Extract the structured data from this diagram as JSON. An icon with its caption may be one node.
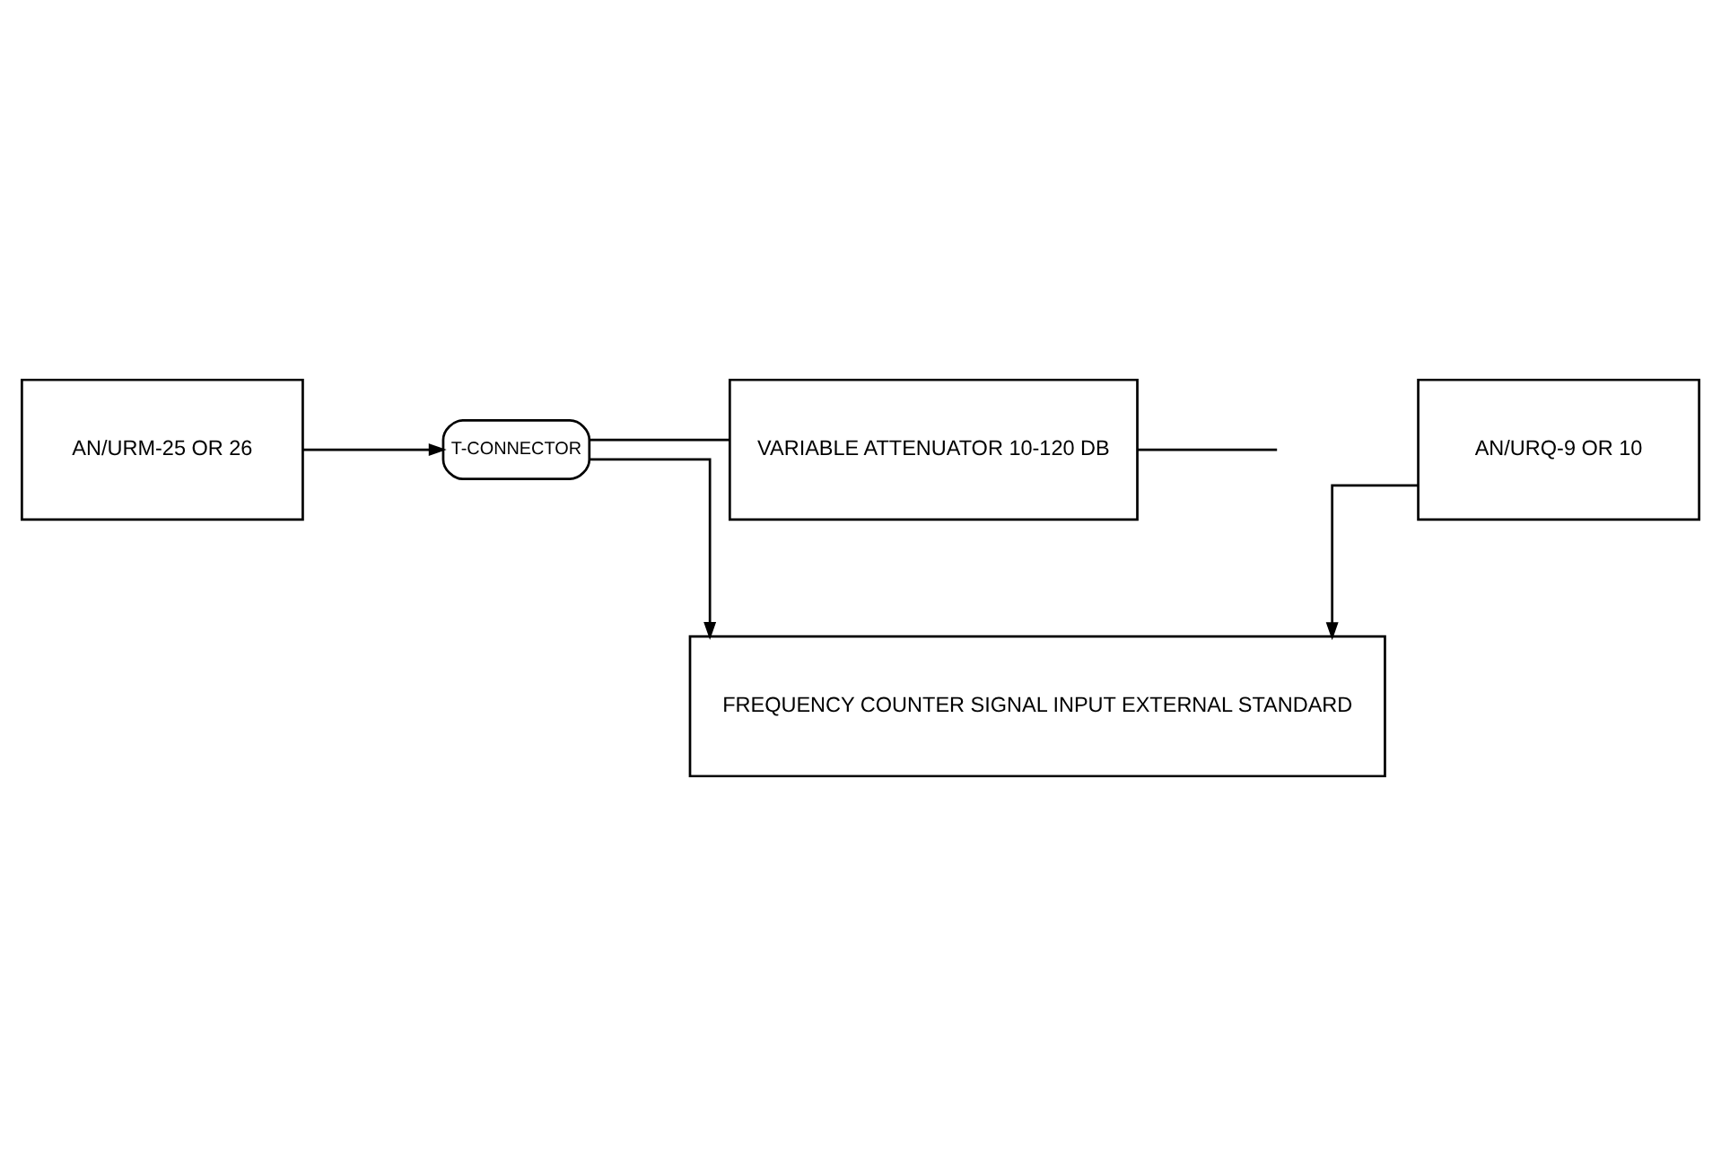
{
  "diagram": {
    "nodes": [
      {
        "text": [
          "AN/URM-25 OR 26"
        ]
      },
      {
        "text": [
          "T-CONNECTOR"
        ]
      },
      {
        "text": [
          "VARIABLE ATTENUATOR 10-120 DB"
        ]
      },
      {
        "text": [
          "FREQUENCY COUNTER SIGNAL INPUT EXTERNAL STANDARD"
        ]
      },
      {
        "text": [
          "AN/URQ-9 OR 10"
        ]
      }
    ],
    "edges": [
      {
        "from": 0,
        "to": 1,
        "arrow": "to"
      },
      {
        "from": 1,
        "to": 2,
        "arrow": "none"
      },
      {
        "from": 2,
        "to": null,
        "arrow": "none"
      },
      {
        "from": 1,
        "to": 3,
        "arrow": "to"
      },
      {
        "from": 4,
        "to": 3,
        "arrow": "to"
      }
    ]
  }
}
